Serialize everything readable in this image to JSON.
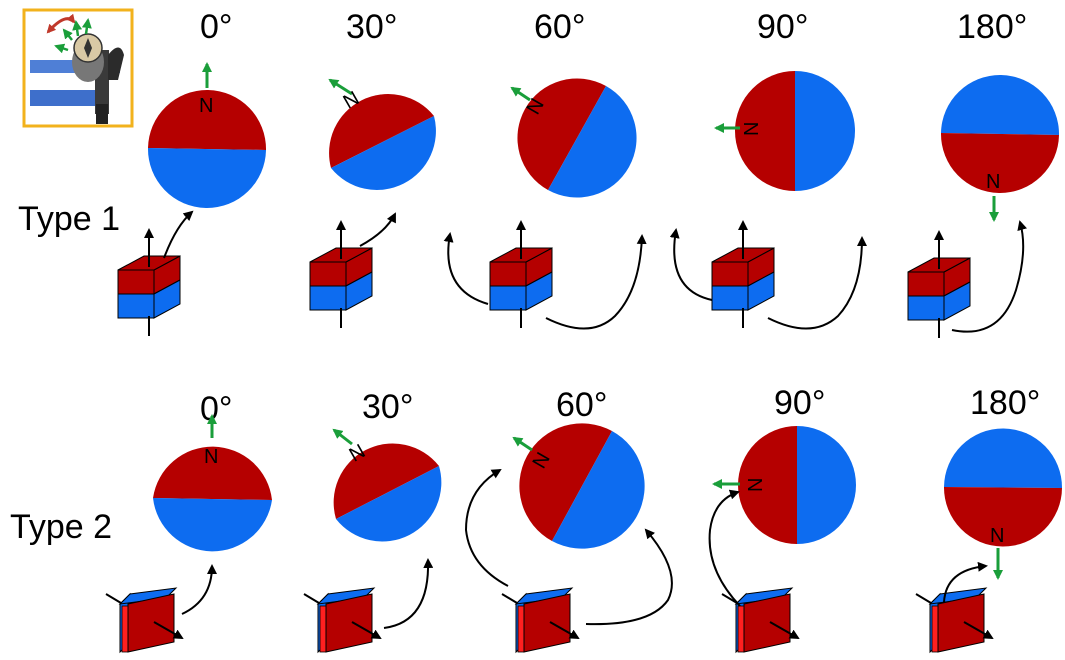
{
  "row_labels": [
    "Type 1",
    "Type 2"
  ],
  "angles": [
    "0°",
    "30°",
    "60°",
    "90°",
    "180°"
  ],
  "north_letter": "N",
  "inset_icon": "compass-on-mount-icon",
  "colors": {
    "north_red": "#b50000",
    "south_blue": "#0d6cf0",
    "arrow_green": "#1a9e3a",
    "inset_border": "#f2b21c",
    "curve": "#000000"
  }
}
